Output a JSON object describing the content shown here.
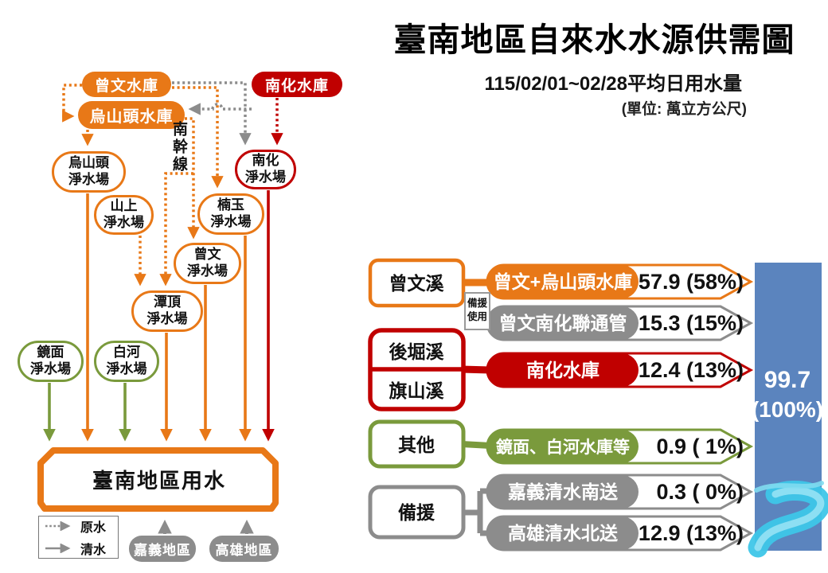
{
  "header": {
    "title": "臺南地區自來水水源供需圖",
    "subtitle": "115/02/01~02/28平均日用水量",
    "unit_note": "(單位: 萬立方公尺)"
  },
  "colors": {
    "orange": "#E87817",
    "red": "#C00000",
    "green": "#7A9A3C",
    "gray": "#8C8C8C",
    "blue_bar": "#5B84BE",
    "river": "#3EC6E8"
  },
  "flow": {
    "reservoirs": [
      {
        "label": "曾文水庫"
      },
      {
        "label": "南化水庫"
      },
      {
        "label": "烏山頭水庫"
      }
    ],
    "trunk_line": "南幹線",
    "plants": [
      {
        "l1": "烏山頭",
        "l2": "淨水場"
      },
      {
        "l1": "南化",
        "l2": "淨水場"
      },
      {
        "l1": "山上",
        "l2": "淨水場"
      },
      {
        "l1": "楠玉",
        "l2": "淨水場"
      },
      {
        "l1": "曾文",
        "l2": "淨水場"
      },
      {
        "l1": "潭頂",
        "l2": "淨水場"
      },
      {
        "l1": "鏡面",
        "l2": "淨水場"
      },
      {
        "l1": "白河",
        "l2": "淨水場"
      }
    ],
    "demand_box": "臺南地區用水",
    "legend": {
      "raw": "原水",
      "clean": "清水"
    },
    "externals": [
      {
        "label": "嘉義地區"
      },
      {
        "label": "高雄地區"
      }
    ]
  },
  "chart_data": {
    "type": "bar",
    "title": "臺南地區自來水水源供需圖",
    "subtitle": "115/02/01~02/28平均日用水量",
    "unit": "萬立方公尺",
    "groups": {
      "zengwen_creek": "曾文溪",
      "houku_creek": "後堀溪",
      "qishan_creek": "旗山溪",
      "other": "其他",
      "backup": "備援"
    },
    "backup_note": {
      "l1": "備援",
      "l2": "使用"
    },
    "rows": [
      {
        "group": "曾文溪",
        "label": "曾文+烏山頭水庫",
        "value": 57.9,
        "pct": "58%",
        "display": "57.9 (58%)",
        "color": "#E87817"
      },
      {
        "group": "曾文溪(備援使用)",
        "label": "曾文南化聯通管",
        "value": 15.3,
        "pct": "15%",
        "display": "15.3 (15%)",
        "color": "#8C8C8C"
      },
      {
        "group": "後堀溪/旗山溪",
        "label": "南化水庫",
        "value": 12.4,
        "pct": "13%",
        "display": "12.4 (13%)",
        "color": "#C00000"
      },
      {
        "group": "其他",
        "label": "鏡面、白河水庫等",
        "value": 0.9,
        "pct": "1%",
        "display": "0.9 ( 1%)",
        "color": "#7A9A3C"
      },
      {
        "group": "備援",
        "label": "嘉義清水南送",
        "value": 0.3,
        "pct": "0%",
        "display": "0.3 ( 0%)",
        "color": "#8C8C8C"
      },
      {
        "group": "備援",
        "label": "高雄清水北送",
        "value": 12.9,
        "pct": "13%",
        "display": "12.9 (13%)",
        "color": "#8C8C8C"
      }
    ],
    "total": {
      "value": 99.7,
      "display": "99.7",
      "pct_display": "(100%)"
    }
  }
}
